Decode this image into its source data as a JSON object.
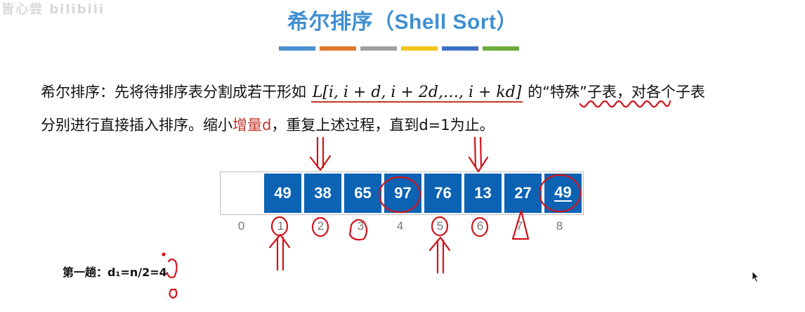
{
  "watermark": "皆心尝 bilibili",
  "slide": {
    "title": "希尔排序（Shell Sort）",
    "title_bar_colors": [
      "#4a8fd0",
      "#e0782a",
      "#9e9e9e",
      "#f2c418",
      "#3d6fc4",
      "#6aab3a"
    ],
    "paragraph": {
      "prefix": "希尔排序：先将待排序表分割成若干形如",
      "formula": "L[i, i + d, i + 2d,…, i + kd]",
      "middle": "的“特殊”子表，对各个子表",
      "line2_prefix": "分别进行直接插入排序。缩小",
      "highlight": "增量d",
      "line2_suffix": "，重复上述过程，直到d=1为止。"
    },
    "array": {
      "values": [
        "",
        "49",
        "38",
        "65",
        "97",
        "76",
        "13",
        "27",
        "49"
      ],
      "indices": [
        "0",
        "1",
        "2",
        "3",
        "4",
        "5",
        "6",
        "7",
        "8"
      ],
      "underlined_index": 8
    },
    "pass_label": "第一趟：d₁=n/2=4"
  },
  "colors": {
    "title": "#3f8fd1",
    "cell": "#0c63b4",
    "annotation": "#d0141c",
    "highlight": "#c0392b"
  }
}
